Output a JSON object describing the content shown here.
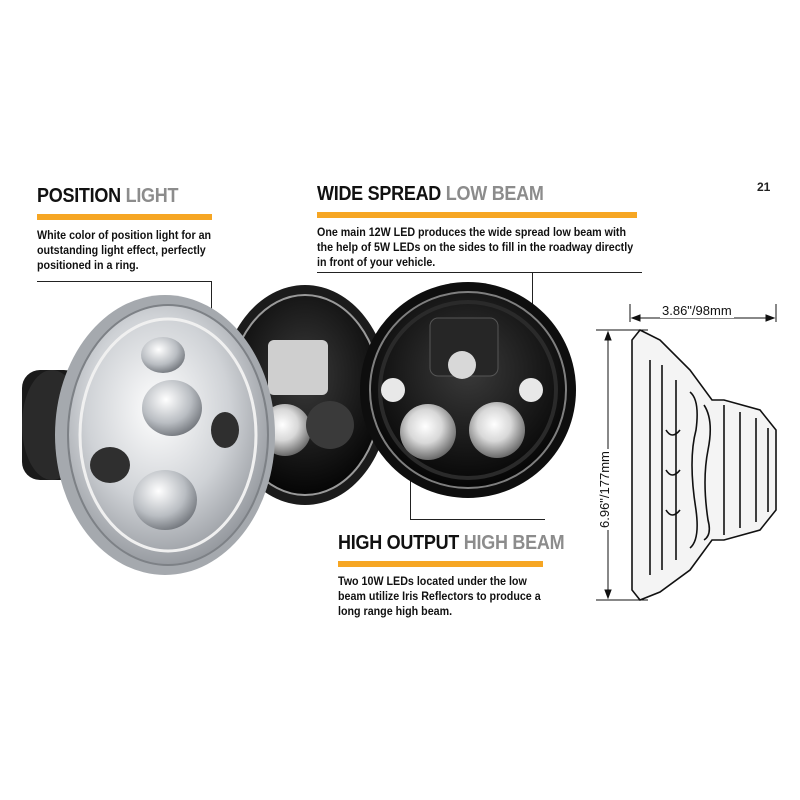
{
  "page_number": "21",
  "position_light": {
    "title_main": "POSITION ",
    "title_accent": "LIGHT",
    "description": "White color of position light for an outstanding light effect, perfectly positioned in a ring."
  },
  "low_beam": {
    "title_main": "WIDE SPREAD ",
    "title_accent": "LOW BEAM",
    "description": "One main 12W LED produces the wide spread low beam with the help of 5W LEDs on the sides to fill in the roadway directly in front of your vehicle."
  },
  "high_beam": {
    "title_main": "HIGH OUTPUT ",
    "title_accent": "HIGH BEAM",
    "description": "Two 10W LEDs located under the low beam utilize Iris Reflectors to produce a long range high beam."
  },
  "dimensions": {
    "depth": "3.86\"/98mm",
    "diameter": "6.96\"/177mm"
  },
  "colors": {
    "accent_bar": "#f6a623",
    "heading_accent": "#8c8c8c"
  }
}
